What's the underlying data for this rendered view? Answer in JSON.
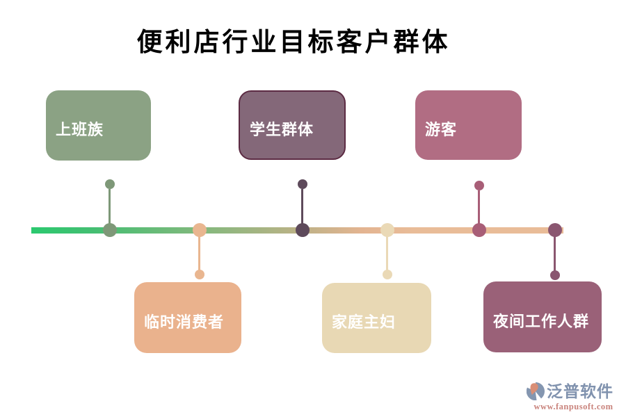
{
  "title": "便利店行业目标客户群体",
  "groups": [
    {
      "id": "commuters",
      "label": "上班族",
      "position": "above",
      "box_color": "#8BA284",
      "dot_color": "#7E9878"
    },
    {
      "id": "temporary-consumers",
      "label": "临时消费者",
      "position": "below",
      "box_color": "#EAB28D",
      "dot_color": "#E9B690"
    },
    {
      "id": "students",
      "label": "学生群体",
      "position": "above",
      "box_color": "#846879",
      "dot_color": "#5E4A5B",
      "border_color": "#5C2B43"
    },
    {
      "id": "housewives",
      "label": "家庭主妇",
      "position": "below",
      "box_color": "#E8D8B4",
      "dot_color": "#EAD9B6"
    },
    {
      "id": "tourists",
      "label": "游客",
      "position": "above",
      "box_color": "#B16D83",
      "dot_color": "#A85E77"
    },
    {
      "id": "night-workers",
      "label": "夜间工作人群",
      "position": "below",
      "box_color": "#9A6178",
      "dot_color": "#8A5670"
    }
  ],
  "timeline": {
    "gradient_start_color": "#2BC96F",
    "gradient_end_color": "#E9BC98"
  },
  "watermark": {
    "icon": "fanpu-logo-icon",
    "brand": "泛普软件",
    "url": "www.fanpusoft.com",
    "brand_color": "#8092AE",
    "url_color": "#C9837C"
  }
}
